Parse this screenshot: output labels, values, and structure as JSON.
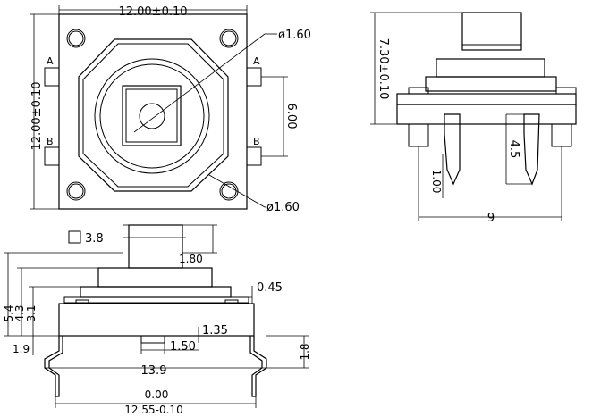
{
  "top_view": {
    "width_dim": "12.00±0.10",
    "height_dim": "12.00±0.10",
    "pin_spacing": "6.00",
    "hole_dia_top": "ø1.60",
    "hole_dia_bottom": "ø1.60",
    "pin_a_left": "A",
    "pin_a_right": "A",
    "pin_b_left": "B",
    "pin_b_right": "B"
  },
  "side_view": {
    "height_dim": "7.30±0.10",
    "lead_pitch": "4.5",
    "lead_tip": "1.00",
    "overall_width": "9"
  },
  "front_view": {
    "actuator_square": "3.8",
    "actuator_height": "1.80",
    "cover_thickness": "0.45",
    "h1": "5.4",
    "h2": "4.3",
    "h3": "3.1",
    "standoff": "1.9",
    "lead_d1": "1.35",
    "lead_d2": "1.50",
    "lead_d3": "1.8",
    "span": "13.9",
    "tol_upper": "0.00",
    "tol_nominal": "12.55-0.10"
  }
}
